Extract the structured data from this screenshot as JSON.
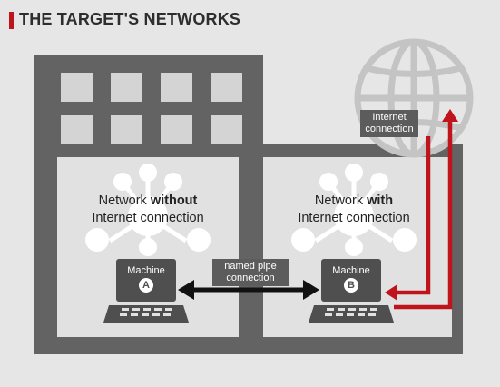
{
  "title": "THE TARGET'S NETWORKS",
  "networks": {
    "left": {
      "pre": "Network ",
      "bold": "without",
      "line2": "Internet connection"
    },
    "right": {
      "pre": "Network ",
      "bold": "with",
      "line2": "Internet connection"
    }
  },
  "machines": {
    "a": {
      "label": "Machine",
      "letter": "A"
    },
    "b": {
      "label": "Machine",
      "letter": "B"
    }
  },
  "pipe": {
    "line1": "named pipe",
    "line2": "connection"
  },
  "internet": {
    "line1": "Internet",
    "line2": "connection"
  },
  "colors": {
    "accent": "#c0141c",
    "building": "#636363",
    "panel": "#e1e1e1",
    "dark": "#4f4f4f"
  }
}
